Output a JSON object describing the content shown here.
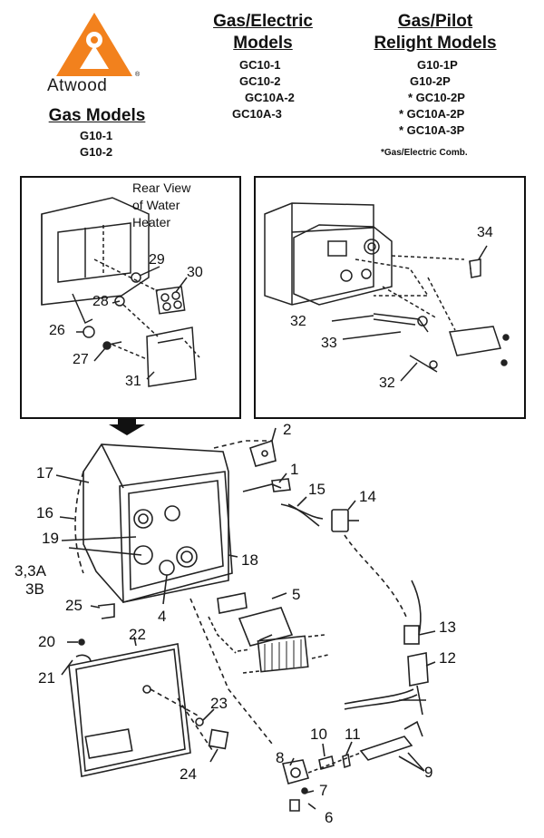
{
  "brand": {
    "name": "Atwood",
    "logo_color": "#f2811d"
  },
  "gas_models": {
    "title": "Gas Models",
    "models": [
      "G10-1",
      "G10-2"
    ]
  },
  "gas_electric_models": {
    "title_line1": "Gas/Electric",
    "title_line2": "Models",
    "models": [
      "GC10-1",
      "GC10-2",
      "GC10A-2",
      "GC10A-3"
    ]
  },
  "gas_pilot_models": {
    "title_line1": "Gas/Pilot",
    "title_line2": "Relight Models",
    "models": [
      "G10-1P",
      "G10-2P",
      "* GC10-2P",
      "* GC10A-2P",
      "* GC10A-3P"
    ],
    "footnote": "*Gas/Electric Comb."
  },
  "left_inset": {
    "label_line1": "Rear View",
    "label_line2": "of Water",
    "label_line3": "Heater"
  },
  "callouts": {
    "c1": "1",
    "c2": "2",
    "c3": "3,3A",
    "c3b": "3B",
    "c4": "4",
    "c5": "5",
    "c6": "6",
    "c7": "7",
    "c8": "8",
    "c9": "9",
    "c10": "10",
    "c11": "11",
    "c12": "12",
    "c13": "13",
    "c14": "14",
    "c15": "15",
    "c16": "16",
    "c17": "17",
    "c18": "18",
    "c19": "19",
    "c20": "20",
    "c21": "21",
    "c22": "22",
    "c23": "23",
    "c24": "24",
    "c25": "25",
    "c26": "26",
    "c27": "27",
    "c28": "28",
    "c29": "29",
    "c30": "30",
    "c31": "31",
    "c32a": "32",
    "c32b": "32",
    "c33": "33",
    "c34": "34"
  }
}
